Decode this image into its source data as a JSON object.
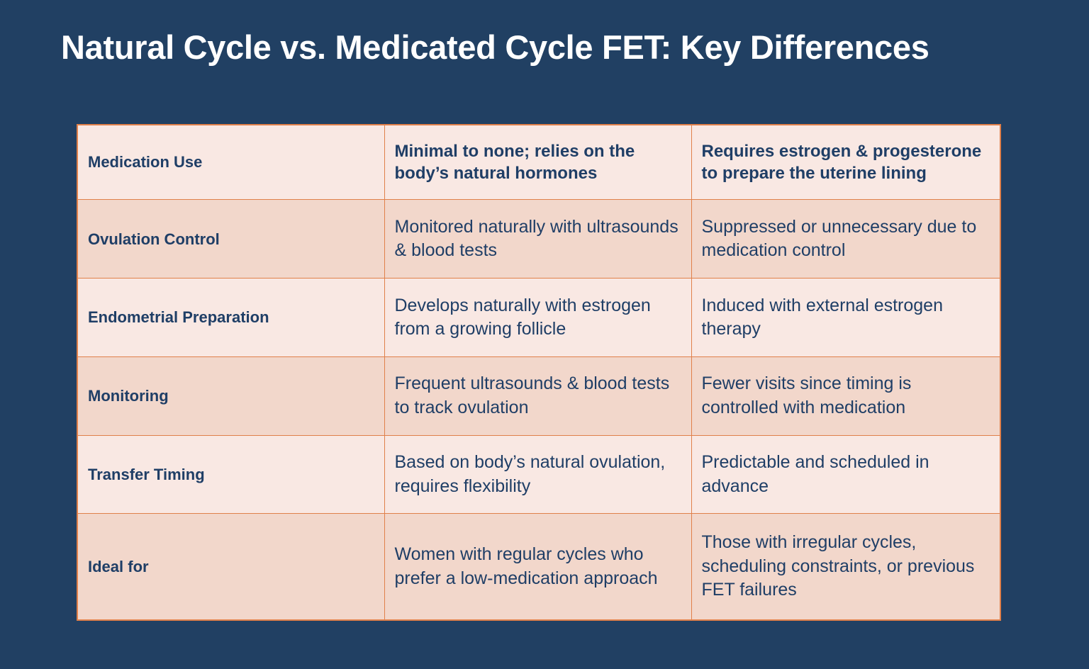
{
  "slide": {
    "title": "Natural Cycle vs. Medicated Cycle FET: Key Differences",
    "background_color": "#214063",
    "accent_border_color": "#E0804A",
    "text_color": "#1F3E66",
    "row_light_color": "#F9E8E3",
    "row_dark_color": "#F2D7CB"
  },
  "table": {
    "rows": [
      {
        "shade": "light",
        "emphasis": "bold",
        "label": "Medication Use",
        "natural": "Minimal to none; relies on the body’s natural hormones",
        "medicated": "Requires estrogen & progesterone to prepare the uterine lining"
      },
      {
        "shade": "dark",
        "emphasis": "normal",
        "label": "Ovulation Control",
        "natural": "Monitored naturally with ultrasounds & blood tests",
        "medicated": "Suppressed or unnecessary due to medication control"
      },
      {
        "shade": "light",
        "emphasis": "normal",
        "label": "Endometrial Preparation",
        "natural": "Develops naturally with estrogen from a growing follicle",
        "medicated": "Induced with external estrogen therapy"
      },
      {
        "shade": "dark",
        "emphasis": "normal",
        "label": "Monitoring",
        "natural": "Frequent ultrasounds & blood tests to track ovulation",
        "medicated": "Fewer visits since timing is controlled with medication"
      },
      {
        "shade": "light",
        "emphasis": "normal",
        "label": "Transfer Timing",
        "natural": "Based on body’s natural ovulation, requires flexibility",
        "medicated": "Predictable and scheduled in advance"
      },
      {
        "shade": "dark",
        "emphasis": "normal",
        "label": "Ideal for",
        "natural": "Women with regular cycles who prefer a low-medication approach",
        "medicated": "Those with irregular cycles, scheduling constraints, or previous FET failures"
      }
    ]
  }
}
